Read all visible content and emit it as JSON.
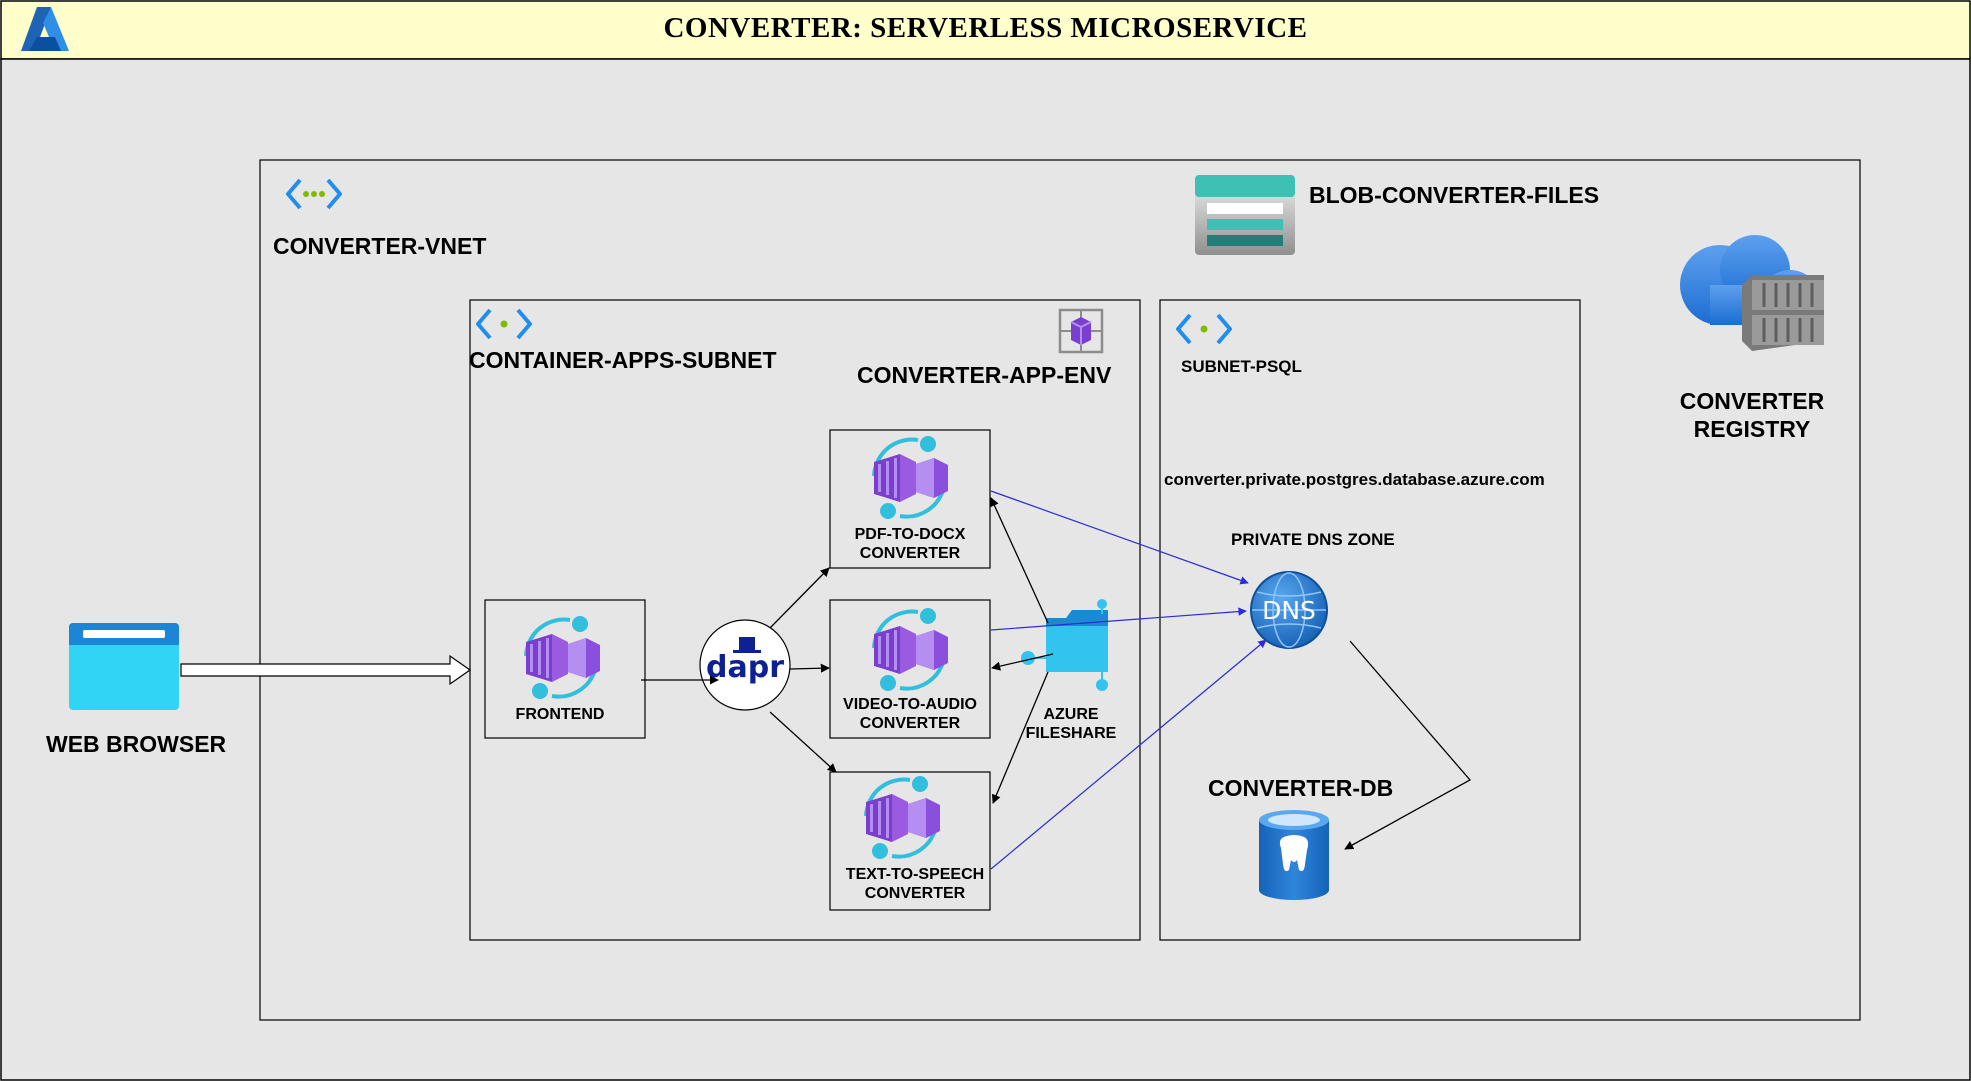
{
  "title": "CONVERTER: SERVERLESS MICROSERVICE",
  "nodes": {
    "web_browser": "WEB BROWSER",
    "vnet": "CONVERTER-VNET",
    "blob": "BLOB-CONVERTER-FILES",
    "registry": "CONVERTER\nREGISTRY",
    "container_subnet": "CONTAINER-APPS-SUBNET",
    "app_env": "CONVERTER-APP-ENV",
    "subnet_psql": "SUBNET-PSQL",
    "frontend": "FRONTEND",
    "pdf_converter": "PDF-TO-DOCX\nCONVERTER",
    "video_converter": "VIDEO-TO-AUDIO\nCONVERTER",
    "tts_converter": "TEXT-TO-SPEECH\nCONVERTER",
    "fileshare": "AZURE\nFILESHARE",
    "dns_host": "converter.private.postgres.database.azure.com",
    "dns_zone": "PRIVATE DNS ZONE",
    "dns_icon_text": "DNS",
    "db": "CONVERTER-DB",
    "dapr_logo": "dapr"
  },
  "colors": {
    "header_bg": "#ffffcc",
    "canvas_bg": "#e6e6e6",
    "azure_blue": "#0078d4",
    "purple": "#7b3fcf",
    "cyan": "#32bedd",
    "teal": "#3ec1b4",
    "dns_blue": "#1f70c1",
    "link_blue": "#2b2bd9",
    "dapr_navy": "#0d2192"
  },
  "icons": {
    "logo": "azure-logo-icon",
    "browser": "browser-window-icon",
    "vnet": "virtual-network-icon",
    "blob": "storage-account-icon",
    "registry": "container-registry-icon",
    "env": "container-apps-environment-icon",
    "container_app": "container-app-icon",
    "dapr": "dapr-logo-icon",
    "fileshare": "file-share-icon",
    "dns": "dns-zone-icon",
    "postgres": "postgresql-database-icon"
  },
  "edges": [
    {
      "from": "web_browser",
      "to": "container_subnet",
      "style": "hollow-arrow"
    },
    {
      "from": "frontend",
      "to": "dapr"
    },
    {
      "from": "dapr",
      "to": "pdf_converter"
    },
    {
      "from": "dapr",
      "to": "video_converter"
    },
    {
      "from": "dapr",
      "to": "tts_converter"
    },
    {
      "from": "fileshare",
      "to": "pdf_converter"
    },
    {
      "from": "fileshare",
      "to": "video_converter"
    },
    {
      "from": "fileshare",
      "to": "tts_converter"
    },
    {
      "from": "pdf_converter",
      "to": "dns_zone",
      "color": "blue"
    },
    {
      "from": "video_converter",
      "to": "dns_zone",
      "color": "blue"
    },
    {
      "from": "tts_converter",
      "to": "dns_zone",
      "color": "blue"
    },
    {
      "from": "dns_zone",
      "to": "db"
    }
  ]
}
